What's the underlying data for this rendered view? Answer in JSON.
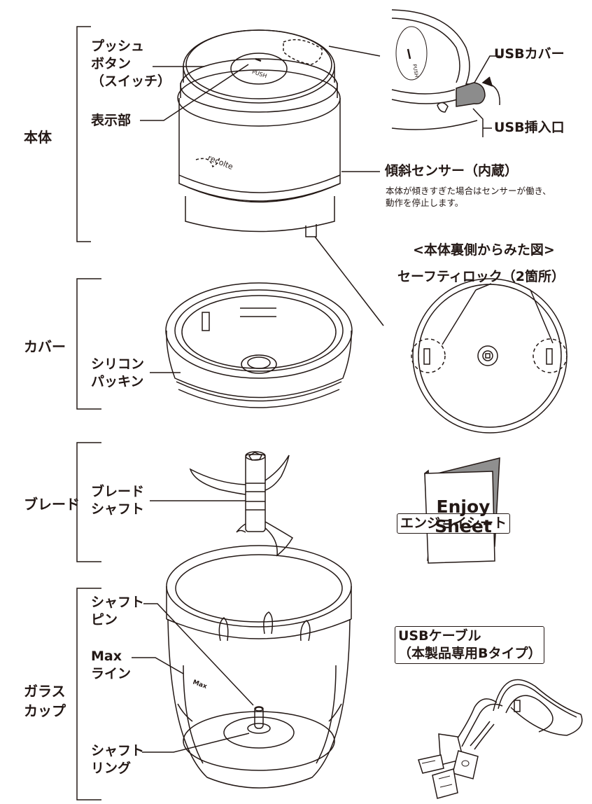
{
  "sections": {
    "main_body": "本体",
    "cover": "カバー",
    "blade": "ブレード",
    "glass_cup": "ガラス\nカップ"
  },
  "labels": {
    "push_button": "プッシュ\nボタン\n（スイッチ）",
    "display": "表示部",
    "usb_cover": "USBカバー",
    "usb_port": "USB挿入口",
    "tilt_sensor": "傾斜センサー（内蔵）",
    "tilt_sensor_note": "本体が傾きすぎた場合はセンサーが働き、\n動作を停止します。",
    "silicone_packing": "シリコン\nパッキン",
    "blade_shaft": "ブレード\nシャフト",
    "shaft_pin": "シャフト\nピン",
    "max_line": "Max\nライン",
    "shaft_ring": "シャフト\nリング"
  },
  "back_view": {
    "title": "<本体裏側からみた図>",
    "safety_lock": "セーフティロック（2箇所）"
  },
  "accessories": {
    "enjoy_sheet_label": "エンジョイシート",
    "enjoy_sheet_cover": "Enjoy\nSheet",
    "usb_cable_label": "USBケーブル\n（本製品専用Bタイプ）"
  },
  "product_marks": {
    "push": "PUSH",
    "brand": "recolte",
    "max": "Max"
  }
}
